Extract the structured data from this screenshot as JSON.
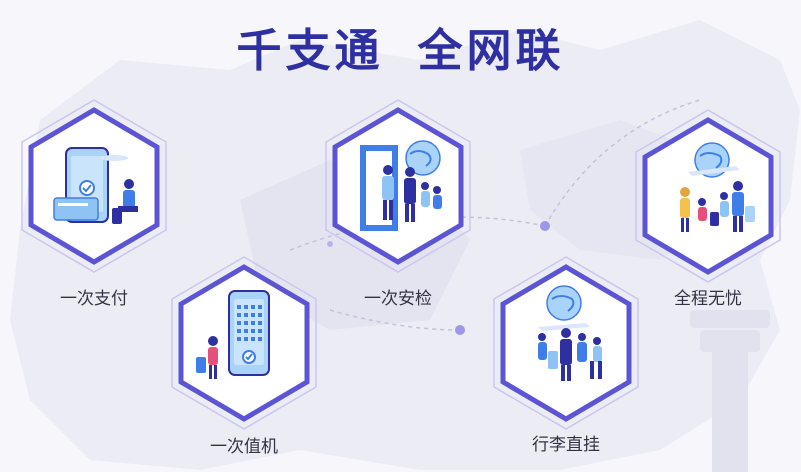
{
  "title": {
    "part1": "千支通",
    "part2": "全网联"
  },
  "features": [
    {
      "label": "一次支付",
      "icon": "phone-payment-icon"
    },
    {
      "label": "一次值机",
      "icon": "mobile-checkin-icon"
    },
    {
      "label": "一次安检",
      "icon": "security-check-icon"
    },
    {
      "label": "行李直挂",
      "icon": "baggage-through-icon"
    },
    {
      "label": "全程无忧",
      "icon": "worry-free-travel-icon"
    }
  ],
  "colors": {
    "title": "#2e2fa0",
    "hex_border": "#5b55d6",
    "hex_outline": "#c9c6f0",
    "accent_blue": "#3f7ee8",
    "accent_light": "#8ec3f3"
  }
}
